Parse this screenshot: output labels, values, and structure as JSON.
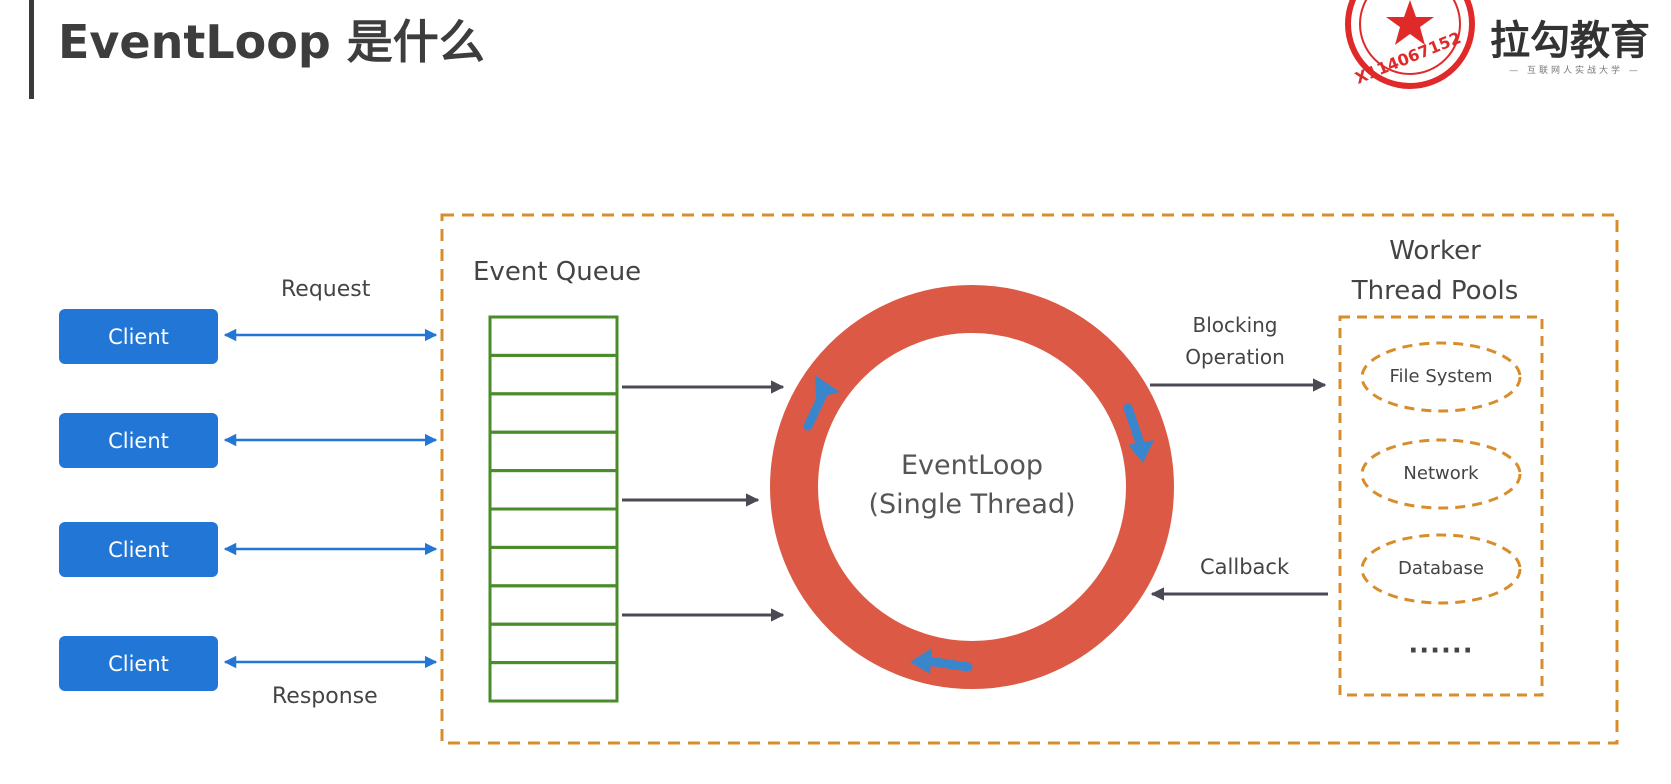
{
  "header": {
    "title": "EventLoop 是什么",
    "brand_name": "拉勾教育",
    "brand_tagline": "— 互联网人实战大学 —",
    "stamp_text": "X114067152"
  },
  "diagram": {
    "request_label": "Request",
    "response_label": "Response",
    "clients": [
      "Client",
      "Client",
      "Client",
      "Client"
    ],
    "event_queue_label": "Event Queue",
    "event_queue_slots": 10,
    "loop_title": "EventLoop",
    "loop_subtitle": "(Single Thread)",
    "blocking_label_line1": "Blocking",
    "blocking_label_line2": "Operation",
    "callback_label": "Callback",
    "worker_title_line1": "Worker",
    "worker_title_line2": "Thread Pools",
    "workers": [
      "File System",
      "Network",
      "Database"
    ],
    "more": "······"
  },
  "colors": {
    "client_blue": "#2176d6",
    "loop_red": "#dc5a45",
    "queue_green": "#4a8c2a",
    "dashed_orange": "#d88d2a",
    "arrow_dark": "#4a4a55",
    "stamp_red": "#e02a2a"
  }
}
